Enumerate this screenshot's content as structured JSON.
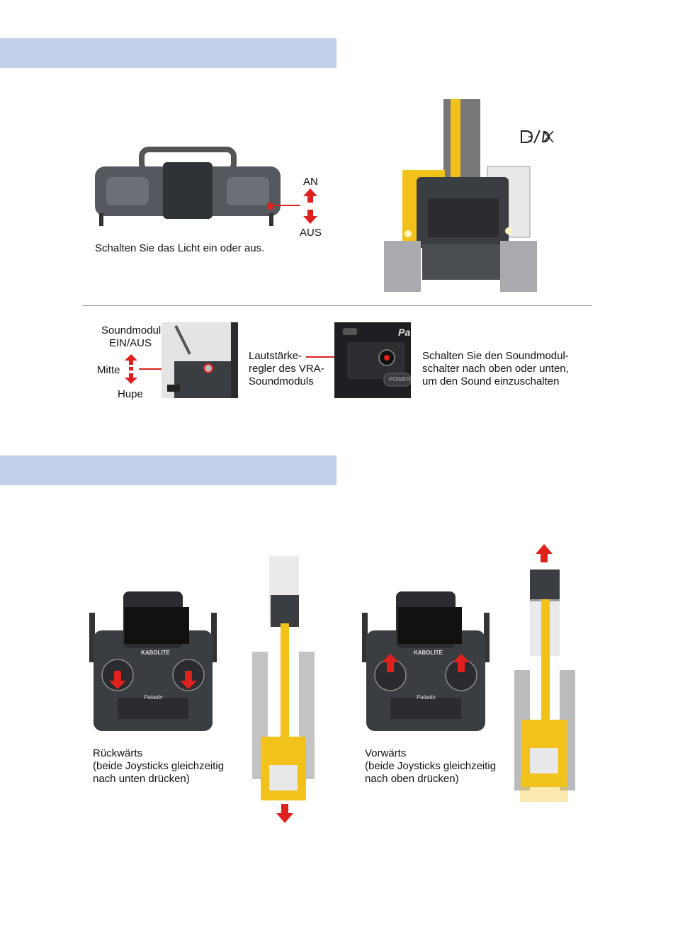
{
  "section1": {
    "switch_on_label": "AN",
    "switch_off_label": "AUS",
    "caption": "Schalten Sie das Licht ein oder aus.",
    "light_icon": "light-on-off-icon"
  },
  "section2": {
    "sound_switch_label_line1": "Soundmodul",
    "sound_switch_label_line2": "EIN/AUS",
    "middle_label": "Mitte",
    "horn_label": "Hupe",
    "volume_label_line1": "Lautstärke-",
    "volume_label_line2": "regler des VRA-",
    "volume_label_line3": "Soundmoduls",
    "instruction_line1": "Schalten Sie den Soundmodul-",
    "instruction_line2": "schalter nach oben oder unten,",
    "instruction_line3": "um den Sound einzuschalten",
    "panel_brand_fragment": "Pa",
    "power_label": "POWER"
  },
  "section3": {
    "remote_brand": "KABOLITE",
    "remote_model": "Paladin",
    "backward_line1": "Rückwärts",
    "backward_line2": "(beide Joysticks gleichzeitig",
    "backward_line3": "nach unten drücken)",
    "forward_line1": "Vorwärts",
    "forward_line2": "(beide Joysticks gleichzeitig",
    "forward_line3": "nach oben drücken)"
  },
  "colors": {
    "banner": "#c3cfea",
    "arrow_red": "#e0201c",
    "excavator_yellow": "#f2c21a",
    "device_dark": "#3a3d42"
  }
}
